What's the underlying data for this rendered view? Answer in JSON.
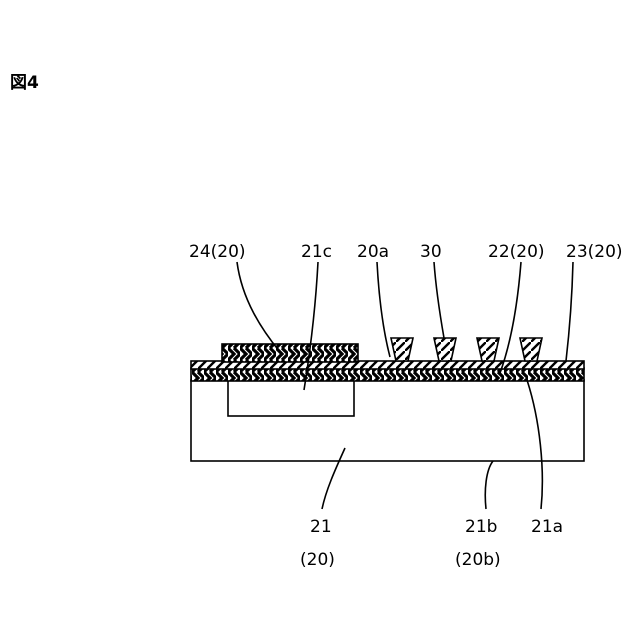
{
  "figure_label": "図4",
  "labels": {
    "layer_24": "24(20)",
    "region_21c": "21c",
    "surface_20a": "20a",
    "bump_30": "30",
    "layer_22": "22(20)",
    "layer_23": "23(20)",
    "substrate_21": "21",
    "substrate_21_ref": "(20)",
    "bottom_21b": "21b",
    "bottom_21b_ref": "(20b)",
    "surface_21a": "21a"
  }
}
